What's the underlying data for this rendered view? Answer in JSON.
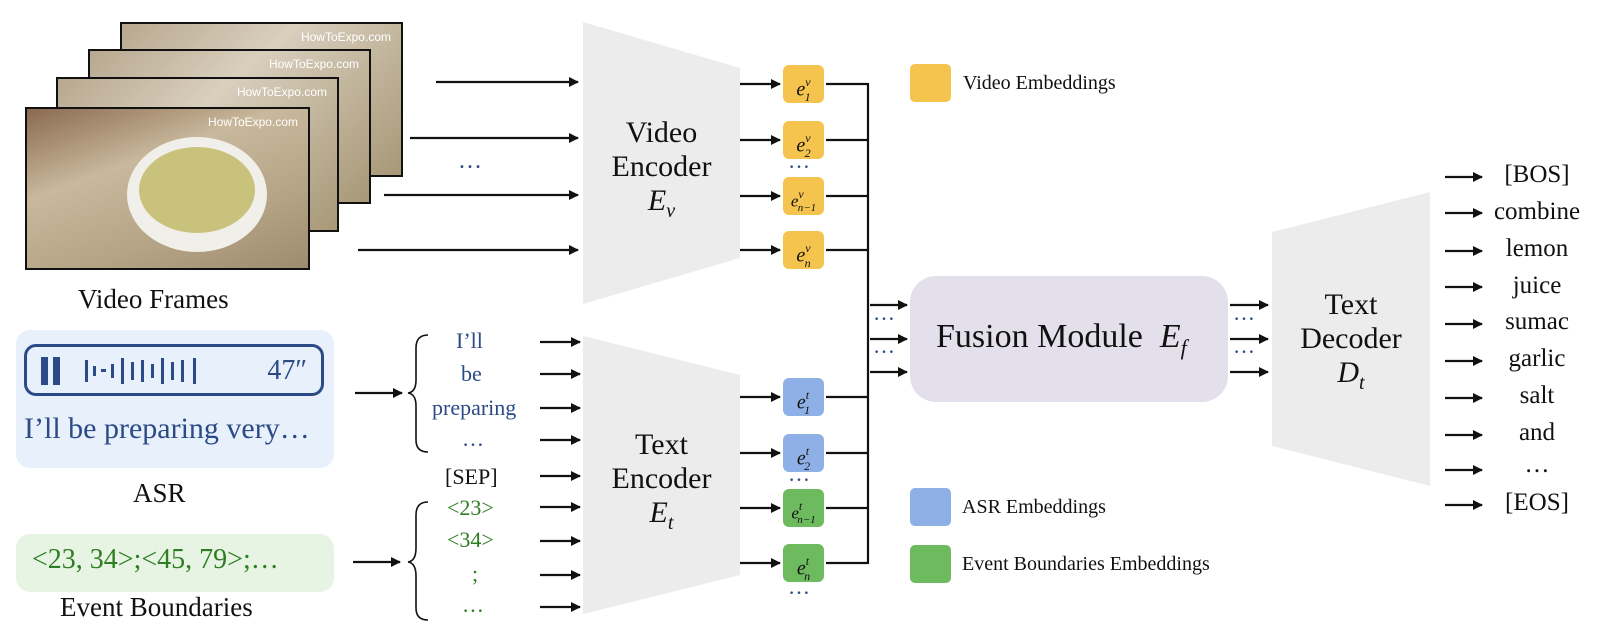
{
  "video_frames": {
    "watermark": "HowToExpo.com",
    "label": "Video Frames",
    "ellipsis": "…"
  },
  "asr": {
    "duration": "47″",
    "transcript": "I’ll be preparing very…",
    "label": "ASR",
    "tokens": [
      "I’ll",
      "be",
      "preparing",
      "…"
    ]
  },
  "separator": "[SEP]",
  "event_boundaries": {
    "text": "<23, 34>;<45, 79>;…",
    "label": "Event Boundaries",
    "tokens": [
      "<23>",
      "<34>",
      ";",
      "…"
    ]
  },
  "video_encoder": {
    "line1": "Video",
    "line2": "Encoder",
    "symbol": "E",
    "sub": "v"
  },
  "text_encoder": {
    "line1": "Text",
    "line2": "Encoder",
    "symbol": "E",
    "sub": "t"
  },
  "fusion": {
    "label": "Fusion Module",
    "symbol": "E",
    "sub": "f"
  },
  "decoder": {
    "line1": "Text",
    "line2": "Decoder",
    "symbol": "D",
    "sub": "t"
  },
  "video_embeddings": [
    {
      "base": "e",
      "sup": "v",
      "sub": "1"
    },
    {
      "base": "e",
      "sup": "v",
      "sub": "2"
    },
    {
      "base": "e",
      "sup": "v",
      "sub": "n−1"
    },
    {
      "base": "e",
      "sup": "v",
      "sub": "n"
    }
  ],
  "text_embeddings": [
    {
      "base": "e",
      "sup": "t",
      "sub": "1"
    },
    {
      "base": "e",
      "sup": "t",
      "sub": "2"
    },
    {
      "base": "e",
      "sup": "t",
      "sub": "n−1"
    },
    {
      "base": "e",
      "sup": "t",
      "sub": "n"
    }
  ],
  "dots": "…",
  "legend": {
    "video": "Video Embeddings",
    "asr": "ASR Embeddings",
    "event": "Event Boundaries Embeddings"
  },
  "outputs": [
    "[BOS]",
    "combine",
    "lemon",
    "juice",
    "sumac",
    "garlic",
    "salt",
    "and",
    "…",
    "[EOS]"
  ],
  "colors": {
    "video_emb": "#f5c44e",
    "asr_emb": "#8fb0e6",
    "event_emb": "#6dbb5e",
    "fusion_box": "#e3e0ec",
    "encoder_gray": "#ececec",
    "asr_panel": "#e8f0fb",
    "event_panel": "#e7f4e3",
    "asr_text": "#2c4a86",
    "event_text": "#2e7d22"
  }
}
